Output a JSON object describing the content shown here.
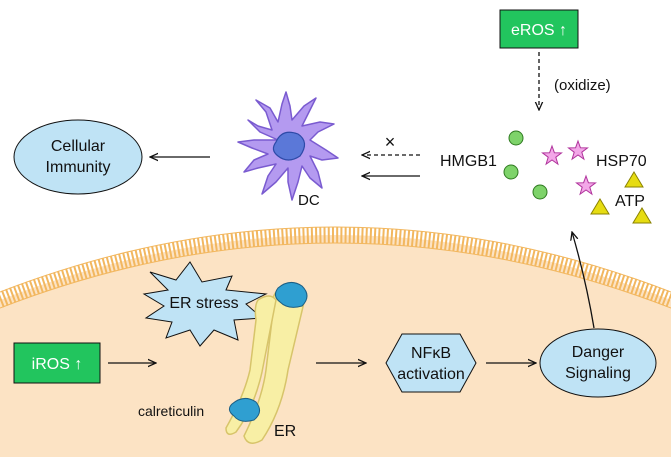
{
  "labels": {
    "eros": "eROS ↑",
    "oxidize": "(oxidize)",
    "cellular_immunity_line1": "Cellular",
    "cellular_immunity_line2": "Immunity",
    "dc": "DC",
    "blocked_mark": "×",
    "hmgb1": "HMGB1",
    "hsp70": "HSP70",
    "atp": "ATP",
    "er_stress": "ER stress",
    "iros": "iROS ↑",
    "calreticulin": "calreticulin",
    "er": "ER",
    "nfkb_line1": "NFκB",
    "nfkb_line2": "activation",
    "danger_line1": "Danger",
    "danger_line2": "Signaling"
  },
  "colors": {
    "ros_box": "#22c55e",
    "ellipse_fill": "#bfe3f5",
    "hexagon_fill": "#bfe3f5",
    "cell_fill": "#fce3c4",
    "membrane": "#f2b75f",
    "dc_body": "#b49af0",
    "dc_nucleus": "#5b78d8",
    "er_fill": "#f8efa5",
    "calreticulin": "#2f9fd1",
    "hmgb1": "#7ed36a",
    "hsp70": "#f3a7e8",
    "atp": "#e6dc12",
    "starburst": "#bfe3f5"
  }
}
